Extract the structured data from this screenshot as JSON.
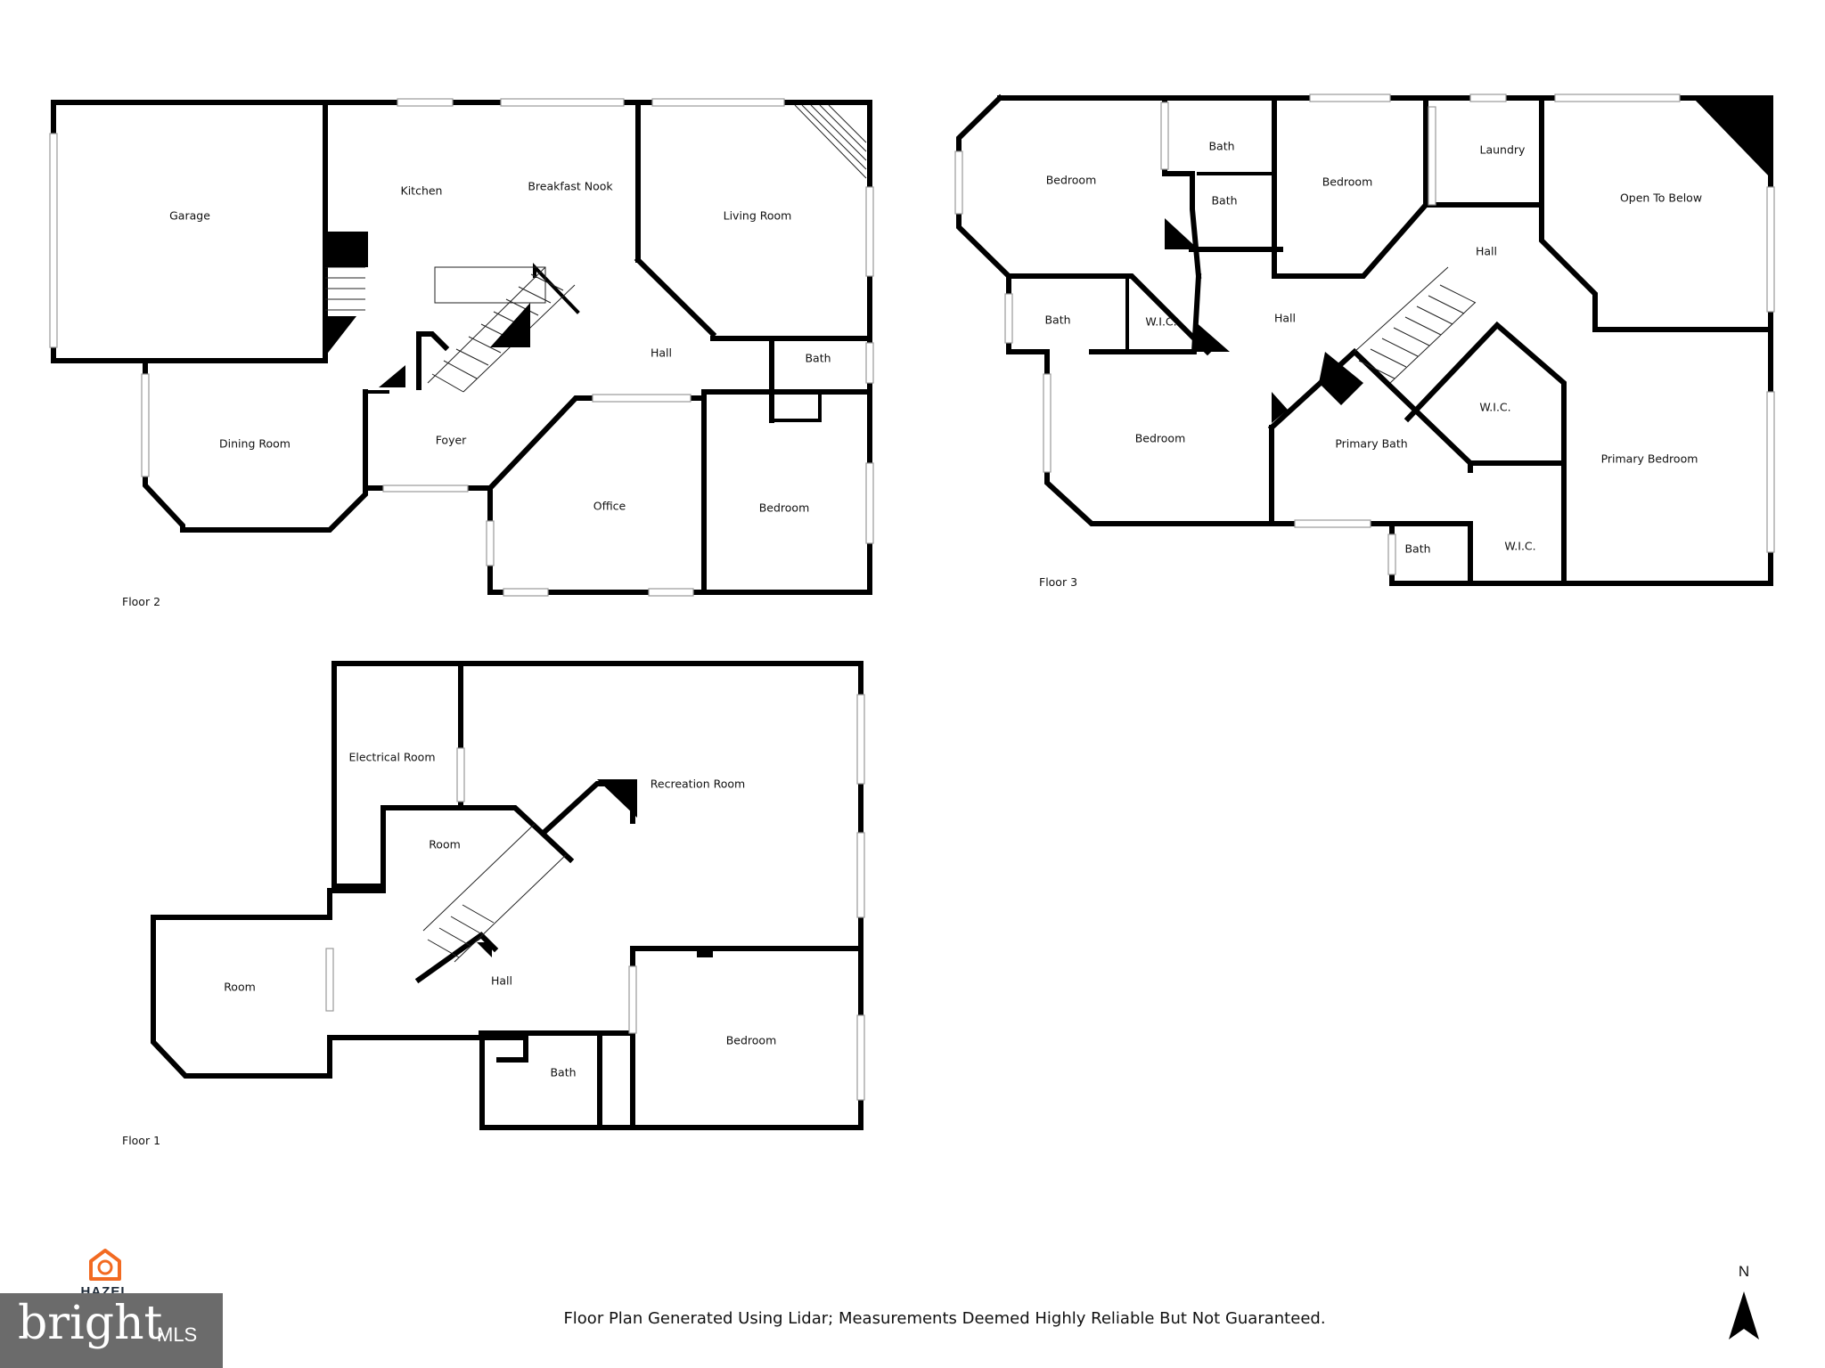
{
  "floors": [
    {
      "label": "Floor 2",
      "rooms": [
        "Garage",
        "Kitchen",
        "Breakfast Nook",
        "Living Room",
        "Hall",
        "Bath",
        "Dining Room",
        "Foyer",
        "Office",
        "Bedroom"
      ]
    },
    {
      "label": "Floor 3",
      "rooms": [
        "Bedroom",
        "Bath",
        "Bath",
        "Bedroom",
        "Laundry",
        "Open To Below",
        "Hall",
        "Bath",
        "W.I.C.",
        "Hall",
        "W.I.C.",
        "Bedroom",
        "Primary Bath",
        "Primary Bedroom",
        "Bath",
        "W.I.C."
      ]
    },
    {
      "label": "Floor 1",
      "rooms": [
        "Electrical Room",
        "Recreation Room",
        "Room",
        "Room",
        "Hall",
        "Bath",
        "Bedroom"
      ]
    }
  ],
  "disclaimer": "Floor Plan Generated Using Lidar; Measurements Deemed Highly Reliable But Not Guaranteed.",
  "branding": {
    "hazel": "HAZEL",
    "bright": "bright",
    "mls": "MLS",
    "hazel_color": "#f26a21",
    "bright_bg": "#6b6b6b"
  },
  "compass": "N"
}
